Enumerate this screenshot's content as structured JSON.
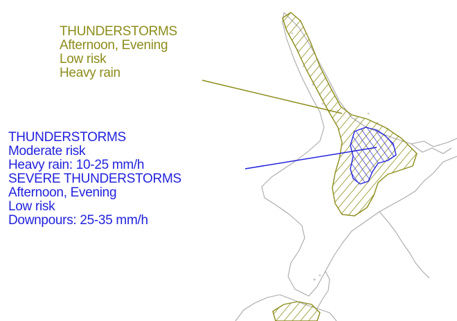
{
  "colors": {
    "low_risk": "#8c8c1a",
    "moderate_risk": "#2222dd",
    "coastline": "#a8a8a8",
    "background": "#ffffff"
  },
  "annotations": {
    "low_risk": {
      "lines": [
        "THUNDERSTORMS",
        "Afternoon, Evening",
        "Low risk",
        "Heavy rain"
      ]
    },
    "moderate_risk": {
      "lines": [
        "THUNDERSTORMS",
        "Moderate risk",
        "Heavy rain: 10-25 mm/h",
        "SEVERE THUNDERSTORMS",
        "Afternoon, Evening",
        "Low risk",
        "Downpours: 25-35 mm/h"
      ]
    }
  }
}
